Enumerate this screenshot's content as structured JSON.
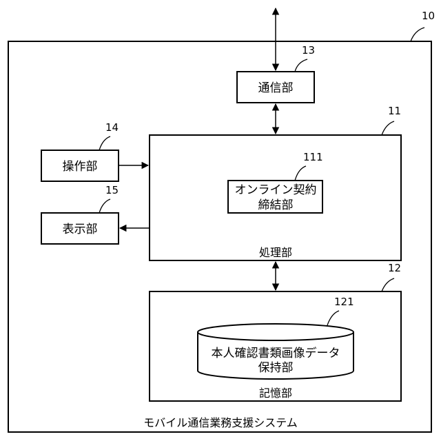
{
  "system": {
    "ref": "10",
    "caption": "モバイル通信業務支援システム"
  },
  "communication_unit": {
    "ref": "13",
    "label": "通信部"
  },
  "processing_unit": {
    "ref": "11",
    "caption": "処理部"
  },
  "contract_unit": {
    "ref": "111",
    "line1": "オンライン契約",
    "line2": "締結部"
  },
  "operation_unit": {
    "ref": "14",
    "label": "操作部"
  },
  "display_unit": {
    "ref": "15",
    "label": "表示部"
  },
  "storage_unit": {
    "ref": "12",
    "caption": "記憶部"
  },
  "id_document_store": {
    "ref": "121",
    "line1": "本人確認書類画像データ",
    "line2": "保持部"
  }
}
